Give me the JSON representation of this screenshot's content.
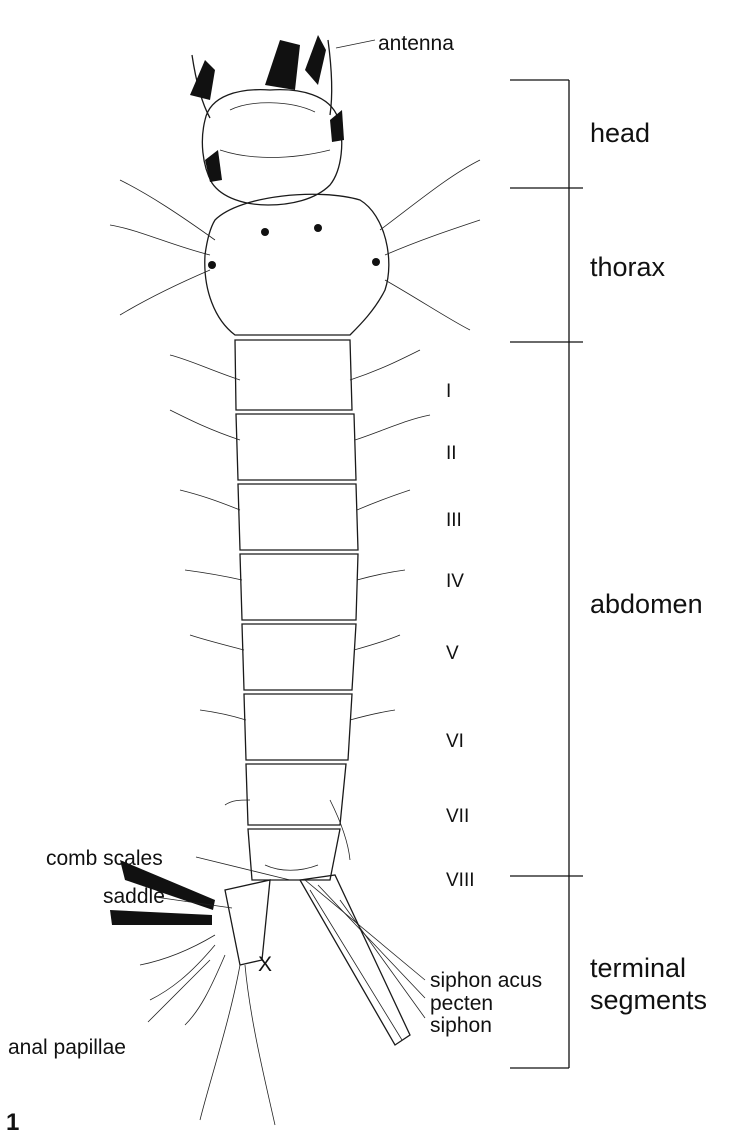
{
  "figure_number": "1",
  "callouts": {
    "antenna": "antenna",
    "comb_scales": "comb scales",
    "saddle": "saddle",
    "x": "X",
    "anal_papillae": "anal papillae",
    "siphon_acus": "siphon acus",
    "pecten": "pecten",
    "siphon": "siphon"
  },
  "regions": {
    "head": "head",
    "thorax": "thorax",
    "abdomen": "abdomen",
    "terminal_line1": "terminal",
    "terminal_line2": "segments"
  },
  "abdominal_segments": [
    "I",
    "II",
    "III",
    "IV",
    "V",
    "VI",
    "VII",
    "VIII"
  ]
}
